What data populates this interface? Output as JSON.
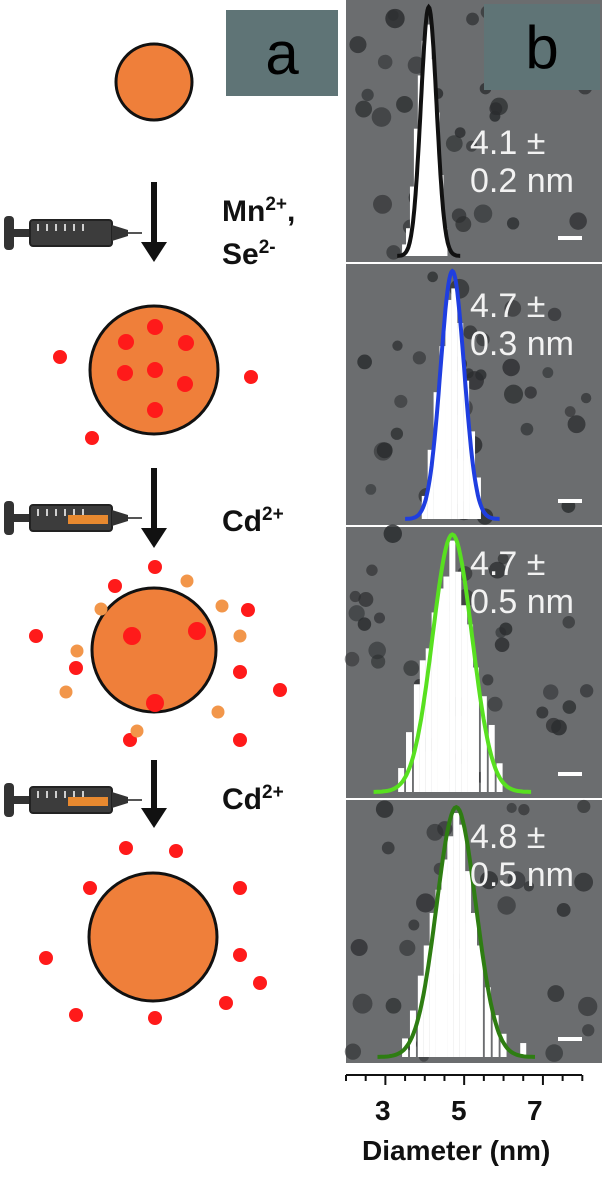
{
  "panel_a": {
    "label": "a",
    "reagents": [
      {
        "ion1": "Mn",
        "charge1": "2+",
        "sep": ",",
        "ion2": "Se",
        "charge2": "2-"
      },
      {
        "ion1": "Cd",
        "charge1": "2+"
      },
      {
        "ion1": "Cd",
        "charge1": "2+"
      }
    ],
    "colors": {
      "core": "#ef7f3a",
      "dopant": "#ff1a1a",
      "cd_ion": "#f2964a",
      "outline": "#111111"
    }
  },
  "panel_b": {
    "label": "b",
    "colors": {
      "tem_bg": "#6b6d6f",
      "bars": "#ffffff"
    }
  },
  "chart_data": {
    "type": "bar",
    "xlabel": "Diameter (nm)",
    "xticks": [
      3,
      5,
      7
    ],
    "xlim": [
      2,
      8.5
    ],
    "panels": [
      {
        "stat_line1": "4.1 ±",
        "stat_line2": "0.2 nm",
        "mean": 4.1,
        "sd": 0.2,
        "fit_color": "#111111",
        "bars": [
          {
            "x": 3.5,
            "h": 0.05
          },
          {
            "x": 3.6,
            "h": 0.12
          },
          {
            "x": 3.7,
            "h": 0.3
          },
          {
            "x": 3.8,
            "h": 0.55
          },
          {
            "x": 3.9,
            "h": 0.78
          },
          {
            "x": 4.0,
            "h": 0.93
          },
          {
            "x": 4.1,
            "h": 1.0
          },
          {
            "x": 4.2,
            "h": 0.85
          },
          {
            "x": 4.3,
            "h": 0.62
          },
          {
            "x": 4.4,
            "h": 0.35
          },
          {
            "x": 4.5,
            "h": 0.12
          }
        ]
      },
      {
        "stat_line1": "4.7 ±",
        "stat_line2": "0.3 nm",
        "mean": 4.7,
        "sd": 0.3,
        "fit_color": "#1f3ee0",
        "bars": [
          {
            "x": 4.0,
            "h": 0.1
          },
          {
            "x": 4.15,
            "h": 0.3
          },
          {
            "x": 4.3,
            "h": 0.55
          },
          {
            "x": 4.45,
            "h": 0.75
          },
          {
            "x": 4.6,
            "h": 0.95
          },
          {
            "x": 4.75,
            "h": 1.0
          },
          {
            "x": 4.9,
            "h": 0.85
          },
          {
            "x": 5.05,
            "h": 0.6
          },
          {
            "x": 5.2,
            "h": 0.38
          },
          {
            "x": 5.35,
            "h": 0.18
          }
        ]
      },
      {
        "stat_line1": "4.7 ±",
        "stat_line2": "0.5 nm",
        "mean": 4.7,
        "sd": 0.5,
        "fit_color": "#58e020",
        "bars": [
          {
            "x": 3.4,
            "h": 0.1
          },
          {
            "x": 3.6,
            "h": 0.25
          },
          {
            "x": 3.8,
            "h": 0.45
          },
          {
            "x": 3.95,
            "h": 0.55
          },
          {
            "x": 4.1,
            "h": 0.6
          },
          {
            "x": 4.25,
            "h": 0.75
          },
          {
            "x": 4.4,
            "h": 0.85
          },
          {
            "x": 4.55,
            "h": 0.9
          },
          {
            "x": 4.7,
            "h": 1.05
          },
          {
            "x": 4.85,
            "h": 0.92
          },
          {
            "x": 5.0,
            "h": 0.78
          },
          {
            "x": 5.15,
            "h": 0.7
          },
          {
            "x": 5.3,
            "h": 0.52
          },
          {
            "x": 5.5,
            "h": 0.4
          },
          {
            "x": 5.7,
            "h": 0.28
          },
          {
            "x": 5.9,
            "h": 0.12
          }
        ]
      },
      {
        "stat_line1": "4.8 ±",
        "stat_line2": "0.5 nm",
        "mean": 4.8,
        "sd": 0.5,
        "fit_color": "#2e7d12",
        "bars": [
          {
            "x": 3.5,
            "h": 0.08
          },
          {
            "x": 3.7,
            "h": 0.2
          },
          {
            "x": 3.9,
            "h": 0.35
          },
          {
            "x": 4.05,
            "h": 0.48
          },
          {
            "x": 4.2,
            "h": 0.62
          },
          {
            "x": 4.35,
            "h": 0.72
          },
          {
            "x": 4.5,
            "h": 0.85
          },
          {
            "x": 4.65,
            "h": 0.95
          },
          {
            "x": 4.8,
            "h": 1.05
          },
          {
            "x": 4.95,
            "h": 1.0
          },
          {
            "x": 5.1,
            "h": 0.8
          },
          {
            "x": 5.25,
            "h": 0.62
          },
          {
            "x": 5.4,
            "h": 0.48
          },
          {
            "x": 5.6,
            "h": 0.3
          },
          {
            "x": 5.8,
            "h": 0.18
          },
          {
            "x": 6.0,
            "h": 0.1
          },
          {
            "x": 6.5,
            "h": 0.06
          }
        ]
      }
    ]
  }
}
